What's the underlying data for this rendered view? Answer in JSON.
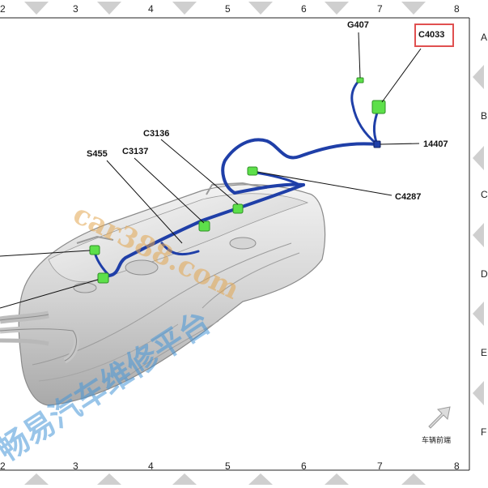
{
  "grid": {
    "top_numbers": [
      "2",
      "3",
      "4",
      "5",
      "6",
      "7",
      "8"
    ],
    "bottom_numbers": [
      "2",
      "3",
      "4",
      "5",
      "6",
      "7",
      "8"
    ],
    "right_letters": [
      "A",
      "B",
      "C",
      "D",
      "E",
      "F"
    ]
  },
  "labels": {
    "g407": "G407",
    "c4033": "C4033",
    "l14407": "14407",
    "c3136": "C3136",
    "c3137": "C3137",
    "s455": "S455",
    "c4287": "C4287"
  },
  "highlight_color": "#e05050",
  "harness_color": "#1f3fa8",
  "connector_color": "#5de04a",
  "front_label": "车辆前端",
  "watermark": {
    "site": "car388.com",
    "platform": "畅易汽车维修平台"
  }
}
